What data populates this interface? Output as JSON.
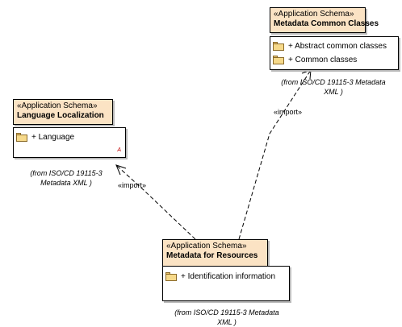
{
  "packages": [
    {
      "stereotype": "«Application Schema»",
      "name": "Metadata Common Classes",
      "items": [
        "+ Abstract common classes",
        "+ Common classes"
      ],
      "from_line1": "(from ISO/CD 19115-3 Metadata",
      "from_line2": "XML )"
    },
    {
      "stereotype": "«Application Schema»",
      "name": "Language Localization",
      "items": [
        "+ Language"
      ],
      "abstract_mark": "A",
      "from_line1": "(from ISO/CD 19115-3",
      "from_line2": "Metadata XML )"
    },
    {
      "stereotype": "«Application Schema»",
      "name": "Metadata for Resources",
      "items": [
        "+ Identification information"
      ],
      "from_line1": "(from ISO/CD 19115-3 Metadata",
      "from_line2": "XML )"
    }
  ],
  "dependencies": [
    {
      "label": "«import»",
      "from": "Metadata for Resources",
      "to": "Language Localization"
    },
    {
      "label": "«import»",
      "from": "Metadata for Resources",
      "to": "Metadata Common Classes"
    }
  ]
}
